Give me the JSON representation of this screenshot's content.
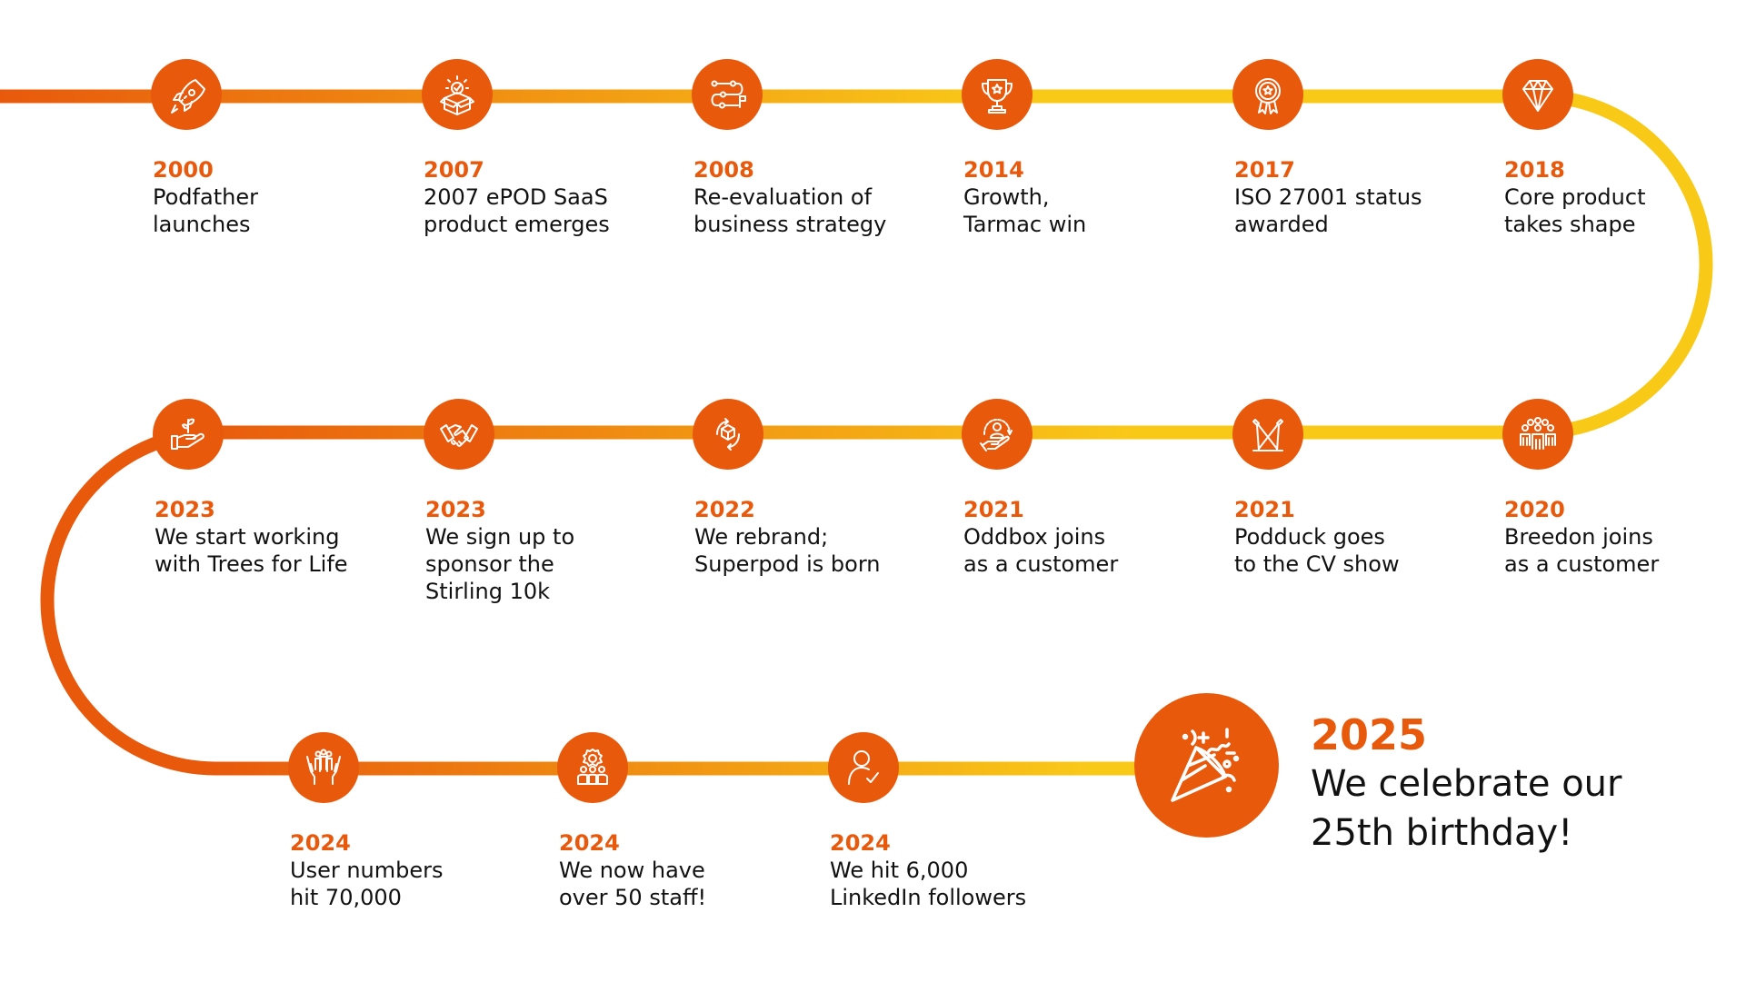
{
  "colors": {
    "accent_orange": "#E8590C",
    "accent_yellow": "#F9C918",
    "text": "#111111"
  },
  "milestones": [
    {
      "year": "2000",
      "text": "Podfather\nlaunches",
      "icon": "rocket-icon"
    },
    {
      "year": "2007",
      "text": "2007 ePOD SaaS\nproduct emerges",
      "icon": "box-check-icon"
    },
    {
      "year": "2008",
      "text": "Re-evaluation of\nbusiness strategy",
      "icon": "route-flag-icon"
    },
    {
      "year": "2014",
      "text": "Growth,\nTarmac win",
      "icon": "trophy-icon"
    },
    {
      "year": "2017",
      "text": "ISO 27001 status\nawarded",
      "icon": "award-rosette-icon"
    },
    {
      "year": "2018",
      "text": "Core product\ntakes shape",
      "icon": "diamond-icon"
    },
    {
      "year": "2020",
      "text": "Breedon joins\nas a customer",
      "icon": "group-people-icon"
    },
    {
      "year": "2021",
      "text": "Podduck goes\nto the CV show",
      "icon": "spotlights-icon"
    },
    {
      "year": "2021",
      "text": "Oddbox joins\nas a customer",
      "icon": "customer-hand-icon"
    },
    {
      "year": "2022",
      "text": "We rebrand;\nSuperpod is born",
      "icon": "cube-refresh-icon"
    },
    {
      "year": "2023",
      "text": "We sign up to\nsponsor the\nStirling 10k",
      "icon": "handshake-icon"
    },
    {
      "year": "2023",
      "text": "We start working\nwith Trees for Life",
      "icon": "plant-hand-icon"
    },
    {
      "year": "2024",
      "text": "User numbers\nhit 70,000",
      "icon": "hands-people-icon"
    },
    {
      "year": "2024",
      "text": "We now have\nover 50 staff!",
      "icon": "team-gear-icon"
    },
    {
      "year": "2024",
      "text": "We hit 6,000\nLinkedIn followers",
      "icon": "user-check-icon"
    }
  ],
  "finale": {
    "year": "2025",
    "text": "We celebrate our\n25th birthday!",
    "icon": "party-popper-icon"
  }
}
